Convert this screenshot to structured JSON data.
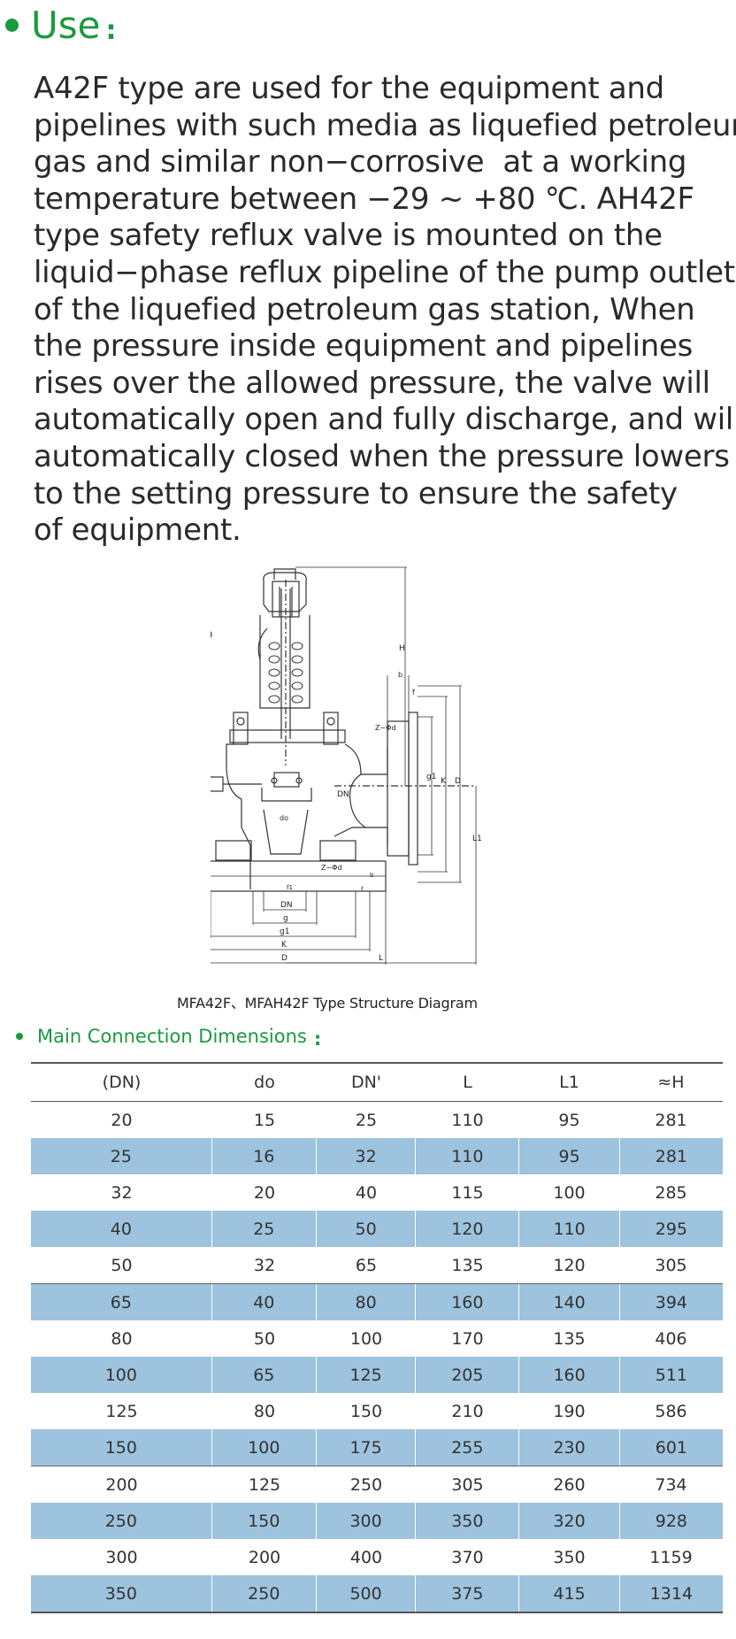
{
  "use_section": {
    "heading": "Use",
    "colon": ":",
    "lines": [
      "A42F type are used for the equipment and",
      "pipelines with such media as liquefied petroleum",
      "gas and similar non−corrosive  at a working",
      "temperature between −29 ~ +80 ℃. AH42F",
      "type safety reflux valve is mounted on the",
      "liquid−phase reflux pipeline of the pump outlet",
      "of the liquefied petroleum gas station, When",
      "the pressure inside equipment and pipelines",
      "rises over the allowed pressure, the valve will",
      "automatically open and fully discharge, and will",
      "automatically closed when the pressure lowers",
      "to the setting pressure to ensure the safety",
      "of equipment."
    ]
  },
  "diagram": {
    "caption": "MFA42F、MFAH42F Type Structure Diagram",
    "labels": {
      "H": "H",
      "b_top": "b",
      "f_top": "f",
      "z_top": "Z−Φd",
      "dn_prime": "DN'",
      "g1_right": "g1",
      "k_right": "K",
      "d_right": "D",
      "l1": "L1",
      "do": "do",
      "z_bottom": "Z−Φd",
      "f1": "f1",
      "b_bottom": "b",
      "f_bottom": "f",
      "dn": "DN",
      "g": "g",
      "g1": "g1",
      "k": "K",
      "d": "D",
      "l": "L"
    }
  },
  "dimensions": {
    "heading": "Main Connection Dimensions",
    "colon": ":",
    "columns": [
      "(DN)",
      "do",
      "DN'",
      "L",
      "L1",
      "≈H"
    ],
    "rows": [
      [
        "20",
        "15",
        "25",
        "110",
        "95",
        "281"
      ],
      [
        "25",
        "16",
        "32",
        "110",
        "95",
        "281"
      ],
      [
        "32",
        "20",
        "40",
        "115",
        "100",
        "285"
      ],
      [
        "40",
        "25",
        "50",
        "120",
        "110",
        "295"
      ],
      [
        "50",
        "32",
        "65",
        "135",
        "120",
        "305"
      ],
      [
        "65",
        "40",
        "80",
        "160",
        "140",
        "394"
      ],
      [
        "80",
        "50",
        "100",
        "170",
        "135",
        "406"
      ],
      [
        "100",
        "65",
        "125",
        "205",
        "160",
        "511"
      ],
      [
        "125",
        "80",
        "150",
        "210",
        "190",
        "586"
      ],
      [
        "150",
        "100",
        "175",
        "255",
        "230",
        "601"
      ],
      [
        "200",
        "125",
        "250",
        "305",
        "260",
        "734"
      ],
      [
        "250",
        "150",
        "300",
        "350",
        "320",
        "928"
      ],
      [
        "300",
        "200",
        "400",
        "370",
        "350",
        "1159"
      ],
      [
        "350",
        "250",
        "500",
        "375",
        "415",
        "1314"
      ]
    ]
  },
  "colors": {
    "heading_green": "#1a9a3f",
    "row_shade": "#9ec3de"
  }
}
